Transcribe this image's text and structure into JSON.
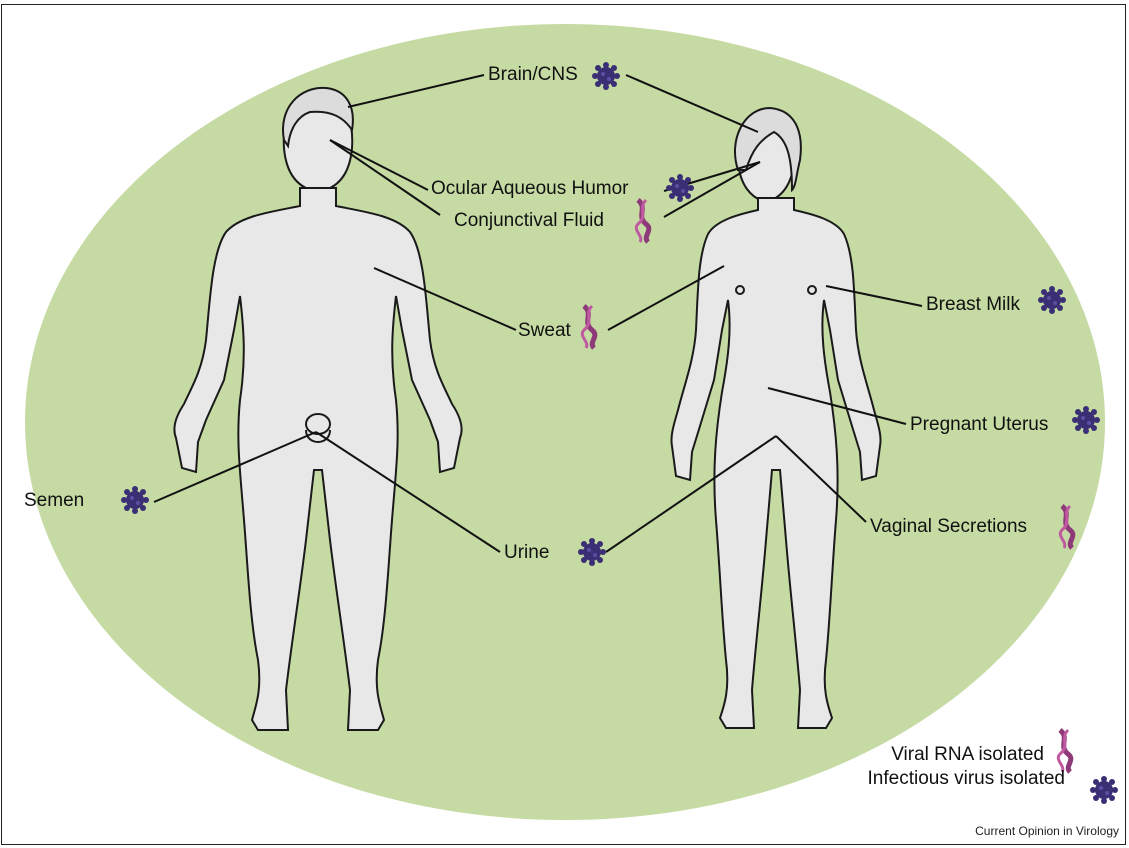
{
  "labels": {
    "brain": "Brain/CNS",
    "ocular": "Ocular Aqueous Humor",
    "conjunctival": "Conjunctival Fluid",
    "sweat": "Sweat",
    "breast_milk": "Breast Milk",
    "pregnant_uterus": "Pregnant Uterus",
    "semen": "Semen",
    "urine": "Urine",
    "vaginal": "Vaginal Secretions"
  },
  "legend": {
    "rna": "Viral RNA isolated",
    "virus": "Infectious virus isolated"
  },
  "credit": "Current Opinion in Virology",
  "colors": {
    "background_ellipse": "#c6dba4",
    "body_fill": "#e9e8e8",
    "outline": "#1a1a1a",
    "virus_icon": "#3a2f74",
    "rna_icon": "#8e3a78"
  },
  "icons": {
    "virus": "virus-particle-icon",
    "rna": "rna-helix-icon"
  }
}
